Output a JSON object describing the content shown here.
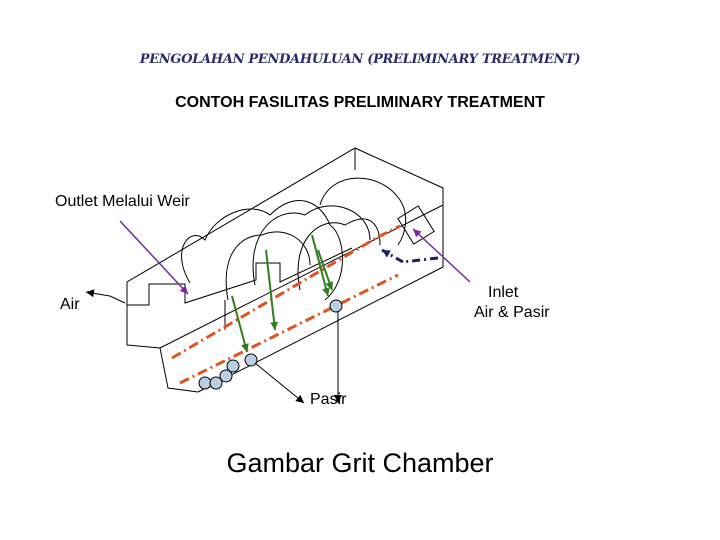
{
  "header": {
    "subtitle": "PENGOLAHAN PENDAHULUAN (PRELIMINARY TREATMENT)",
    "title": "CONTOH FASILITAS PRELIMINARY TREATMENT"
  },
  "labels": {
    "outlet": "Outlet Melalui Weir",
    "air": "Air",
    "inlet_line1": "Inlet",
    "inlet_line2": "Air & Pasir",
    "pasir": "Pasir"
  },
  "caption": "Gambar Grit Chamber",
  "colors": {
    "outline": "#000000",
    "pointer_purple": "#7b2a9c",
    "flow_red_dashed": "#e0541f",
    "settle_green": "#2f7d1f",
    "inlet_navy": "#1a1a6e",
    "grit_particle": "#b8cfe3"
  }
}
